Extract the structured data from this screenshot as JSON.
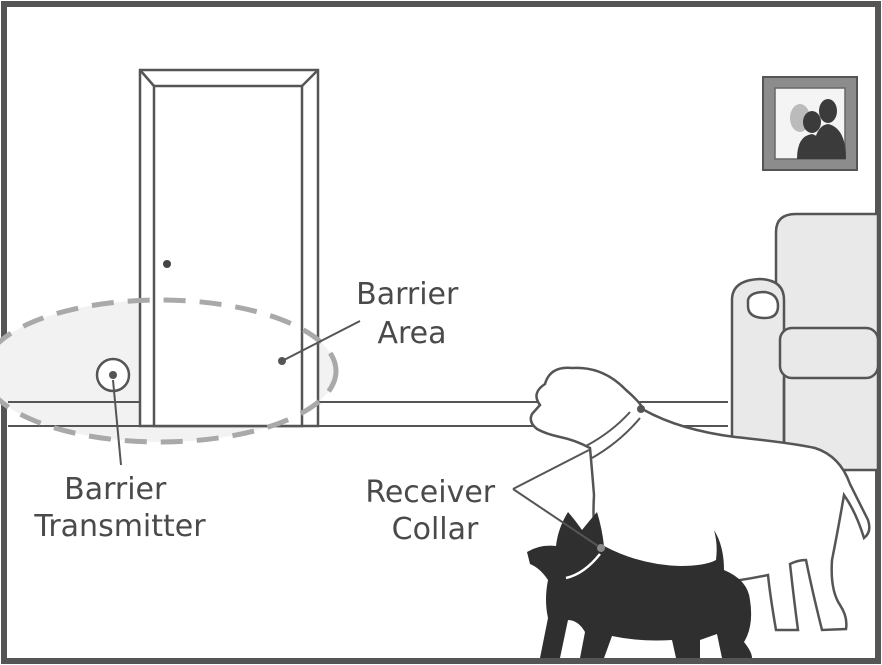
{
  "labels": {
    "barrier_area": [
      "Barrier",
      "Area"
    ],
    "barrier_transmitter": [
      "Barrier",
      "Transmitter"
    ],
    "receiver_collar": [
      "Receiver",
      "Collar"
    ]
  },
  "colors": {
    "frame": "#555555",
    "line": "#555555",
    "barrier_dash": "#a9a9a9",
    "barrier_fill": "#f2f2f2",
    "sofa_fill": "#e9e9e9",
    "dark_dog": "#2f2f2f",
    "picture_frame": "#8c8c8c",
    "text": "#4a4a4a"
  },
  "icons": {
    "door": "door-icon",
    "framed_picture": "framed-picture-icon",
    "sofa": "sofa-icon",
    "large_dog": "large-dog-icon",
    "small_dog": "small-dog-icon",
    "transmitter": "barrier-transmitter-icon"
  }
}
